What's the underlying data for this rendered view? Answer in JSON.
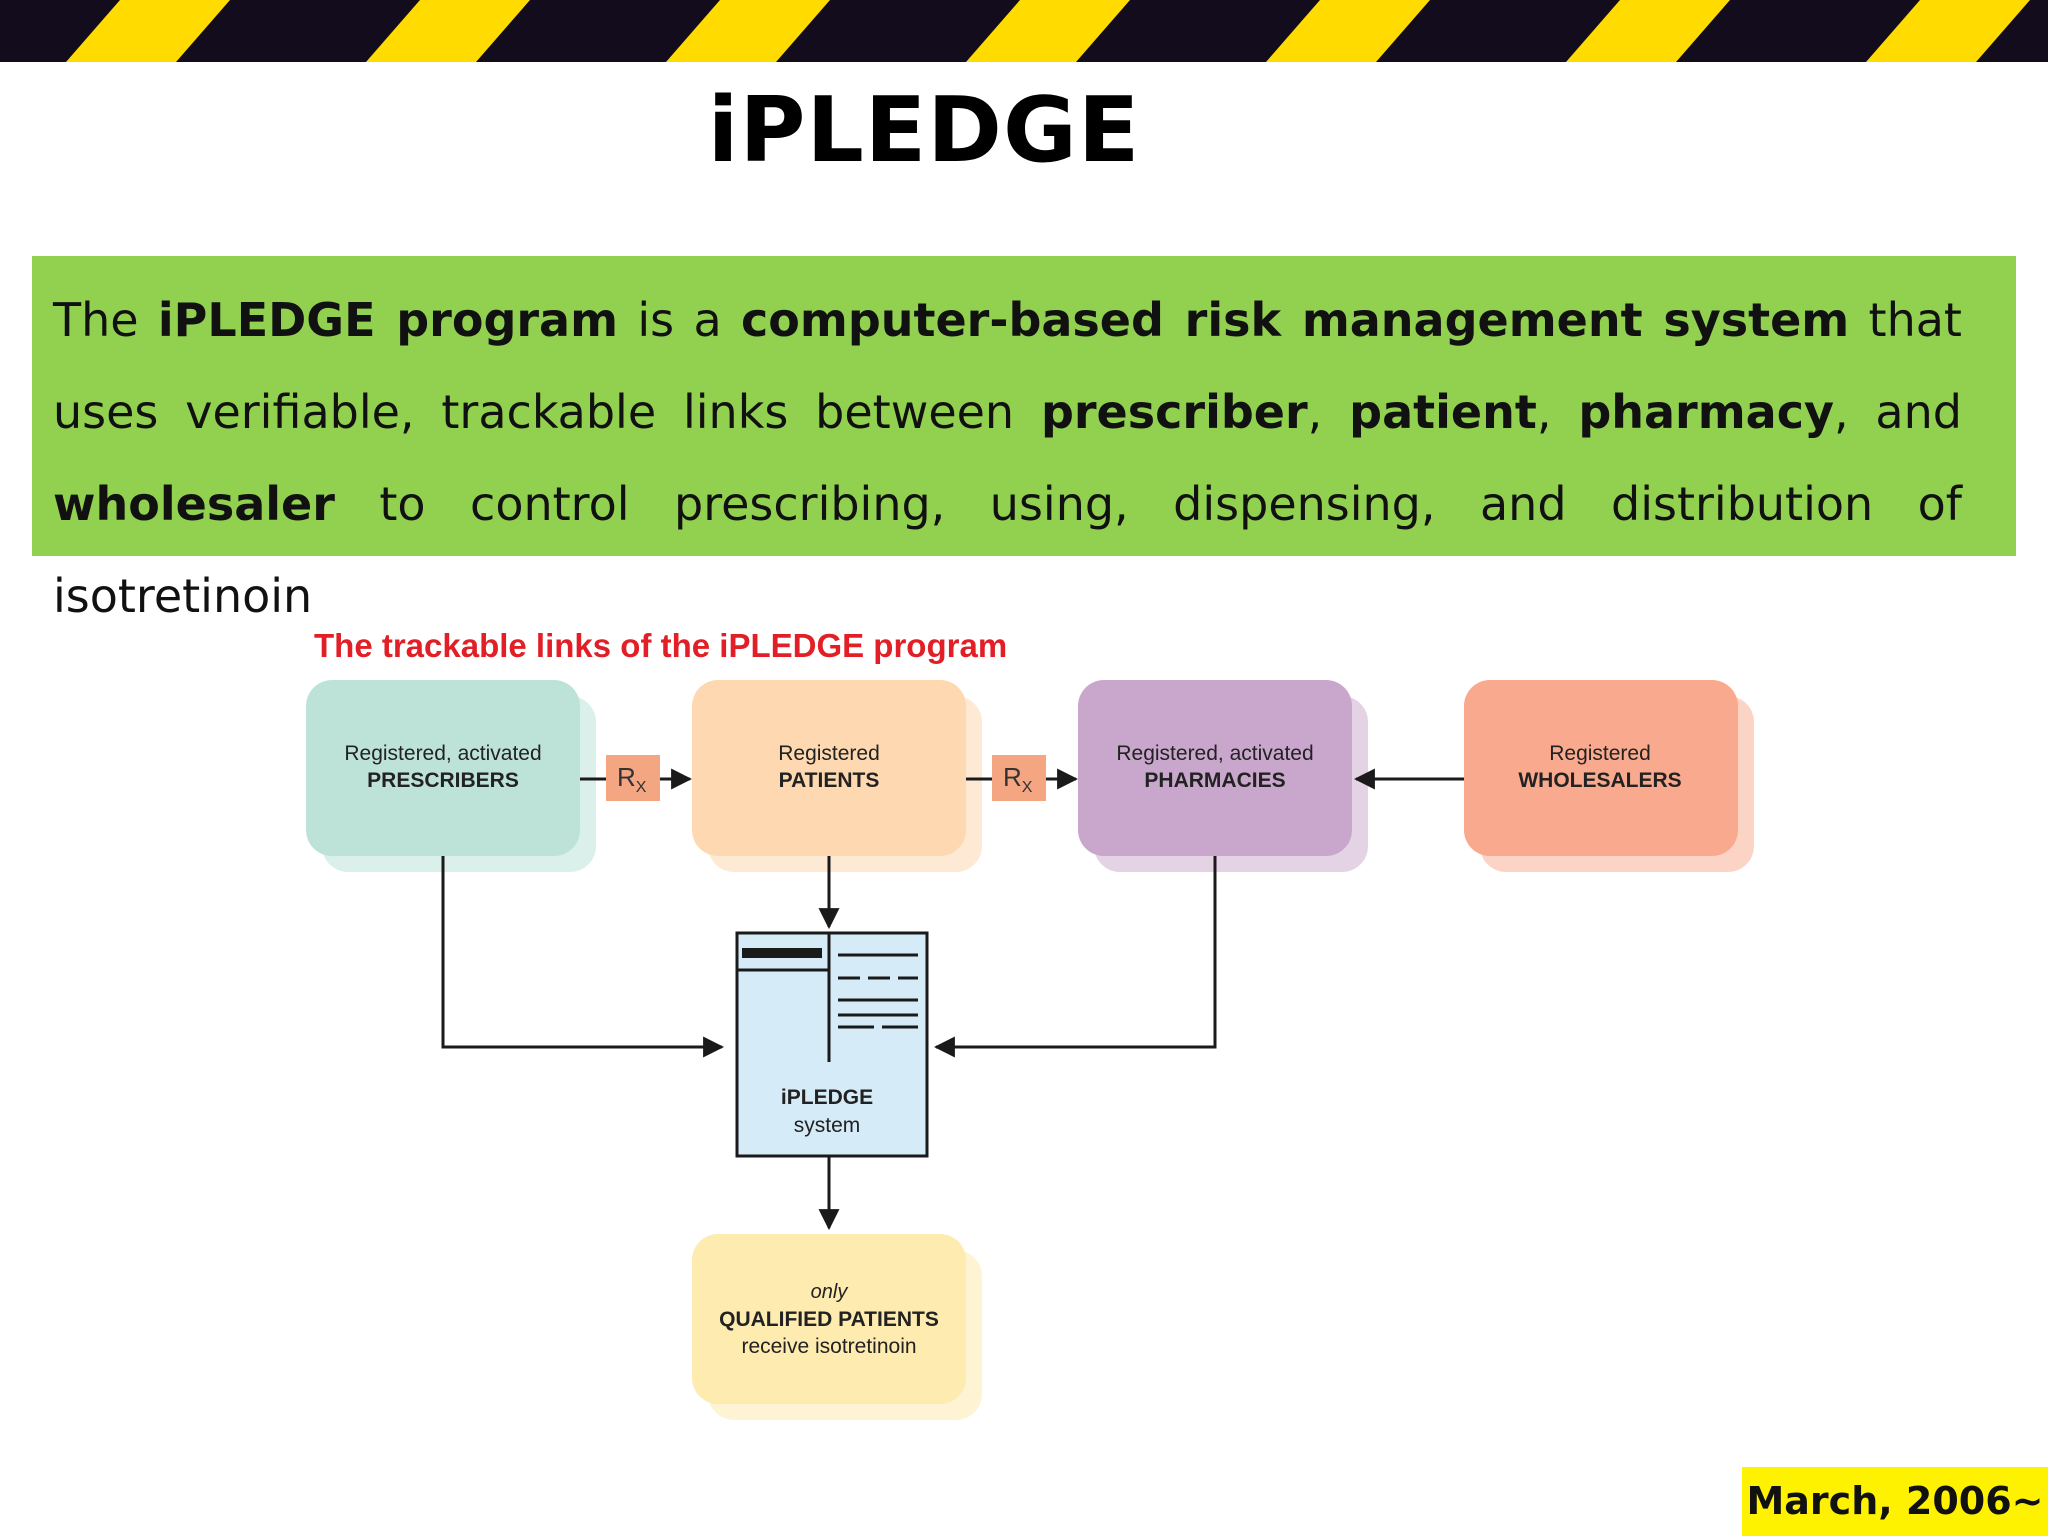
{
  "slide": {
    "title": "iPLEDGE",
    "intro": {
      "t1": "The ",
      "b1": "iPLEDGE program",
      "t2": " is a ",
      "b2": "computer-based risk management system",
      "t3": " that uses verifiable, trackable links between ",
      "b3": "prescriber",
      "t4": ", ",
      "b4": "patient",
      "t5": ", ",
      "b5": "pharmacy",
      "t6": ", and ",
      "b6": "wholesaler",
      "t7": " to control prescribing, using, dispensing, and distribution of isotretinoin"
    },
    "date_badge": "March, 2006~"
  },
  "diagram": {
    "title": "The trackable links of the iPLEDGE program",
    "rx_label": "R",
    "rx_sub": "X",
    "nodes": {
      "prescribers": {
        "line1": "Registered, activated",
        "line2": "PRESCRIBERS"
      },
      "patients": {
        "line1": "Registered",
        "line2": "PATIENTS"
      },
      "pharmacies": {
        "line1": "Registered, activated",
        "line2": "PHARMACIES"
      },
      "wholesalers": {
        "line1": "Registered",
        "line2": "WHOLESALERS"
      },
      "system": {
        "line1": "iPLEDGE",
        "line2": "system"
      },
      "qualified": {
        "line1": "only",
        "line2": "QUALIFIED PATIENTS",
        "line3": "receive isotretinoin"
      }
    },
    "colors": {
      "prescribers": "#bde3d9",
      "patients": "#fdd8b0",
      "pharmacies": "#c9a6cc",
      "wholesalers": "#f9a98e",
      "system": "#d6ebf8",
      "qualified": "#fdebb0",
      "rx": "#f4a582",
      "title": "#e21e26"
    }
  }
}
